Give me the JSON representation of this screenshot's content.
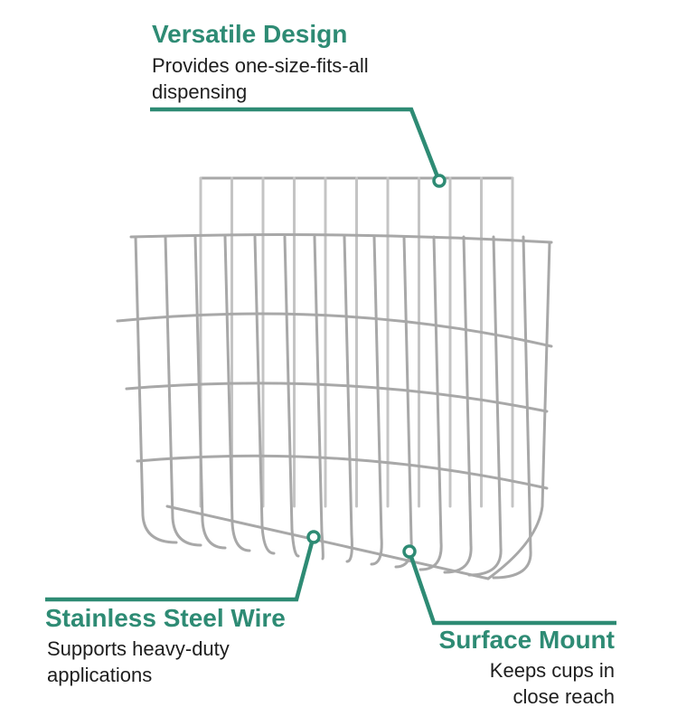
{
  "accent_color": "#2e8b74",
  "callouts": [
    {
      "title": "Versatile Design",
      "text": "Provides one-size-fits-all\ndispensing"
    },
    {
      "title": "Stainless Steel Wire",
      "text": "Supports heavy-duty\napplications"
    },
    {
      "title": "Surface Mount",
      "text": "Keeps cups in\nclose reach"
    }
  ]
}
